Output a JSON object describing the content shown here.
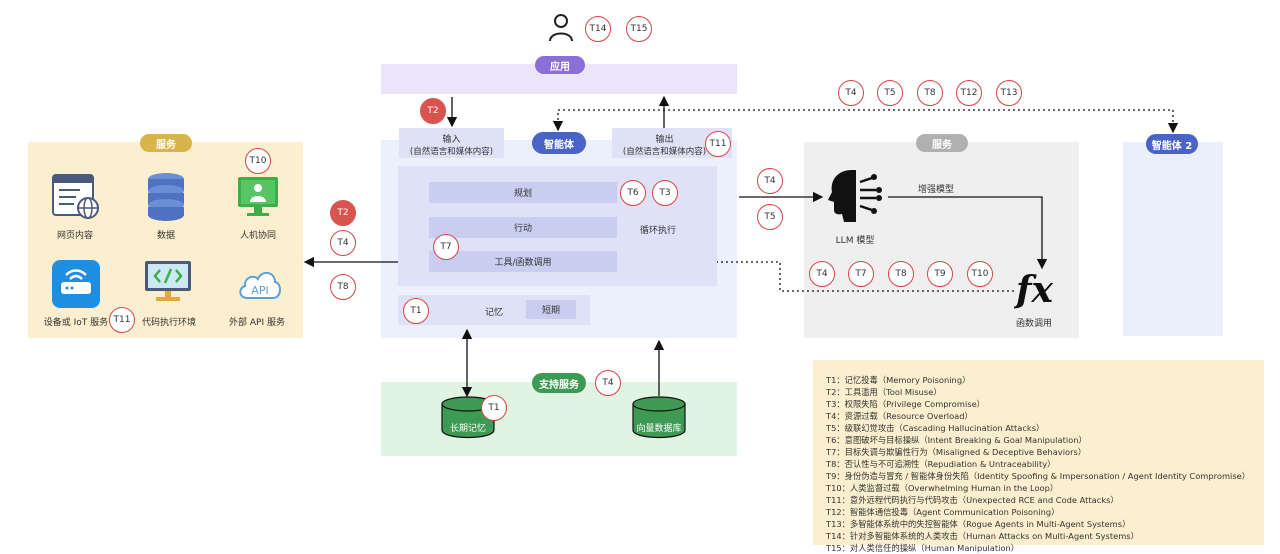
{
  "app": {
    "label": "应用"
  },
  "agent": {
    "label": "智能体"
  },
  "agent2": {
    "label": "智能体 2"
  },
  "support": {
    "label": "支持服务"
  },
  "input": {
    "title": "输入",
    "sub": "(自然语言和媒体内容)"
  },
  "output": {
    "title": "输出",
    "sub": "(自然语言和媒体内容)"
  },
  "core": {
    "plan": "规划",
    "act": "行动",
    "tools": "工具/函数调用",
    "loop": "循环执行",
    "memory": "记忆",
    "short": "短期"
  },
  "services_left": {
    "pill": "服务",
    "items": [
      "网页内容",
      "数据",
      "人机协同",
      "设备或 IoT 服务",
      "代码执行环境",
      "外部 API 服务"
    ],
    "api_icon_text": "API"
  },
  "services_right": {
    "pill": "服务",
    "llm": "LLM 模型",
    "enhance": "增强模型",
    "fx": "fx",
    "fcall": "函数调用"
  },
  "storage": {
    "long": "长期记忆",
    "vector": "向量数据库"
  },
  "badges": {
    "T1": "T1",
    "T2": "T2",
    "T3": "T3",
    "T4": "T4",
    "T5": "T5",
    "T6": "T6",
    "T7": "T7",
    "T8": "T8",
    "T9": "T9",
    "T10": "T10",
    "T11": "T11",
    "T12": "T12",
    "T13": "T13",
    "T14": "T14",
    "T15": "T15"
  },
  "legend": [
    "T1：记忆投毒（Memory Poisoning）",
    "T2：工具滥用（Tool Misuse）",
    "T3：权限失陷（Privilege Compromise）",
    "T4：资源过载（Resource Overload）",
    "T5：级联幻觉攻击（Cascading Hallucination Attacks）",
    "T6：意图破坏与目标操纵（Intent Breaking & Goal Manipulation）",
    "T7：目标失调与欺骗性行为（Misaligned & Deceptive Behaviors）",
    "T8：否认性与不可追溯性（Repudiation & Untraceability）",
    "T9：身份伪造与冒充 / 智能体身份失陷（Identity Spoofing & Impersonation / Agent Identity Compromise）",
    "T10：人类监督过载（Overwhelming Human in the Loop）",
    "T11：意外远程代码执行与代码攻击（Unexpected RCE and Code Attacks）",
    "T12：智能体通信投毒（Agent Communication Poisoning）",
    "T13：多智能体系统中的失控智能体（Rogue Agents in Multi-Agent Systems）",
    "T14：针对多智能体系统的人类攻击（Human Attacks on Multi-Agent Systems）",
    "T15：对人类信任的操纵（Human Manipulation）"
  ],
  "colors": {
    "app_band": "#ece4fb",
    "app_pill": "#8a6fd6",
    "agent_area": "#eceffc",
    "agent_pill": "#4a63c9",
    "services_left_bg": "#fcefd0",
    "services_left_pill": "#d9b44a",
    "services_right_bg": "#efefef",
    "services_right_pill": "#b0b0b0",
    "support_bg": "#e1f4e4",
    "support_pill": "#3d9a52",
    "legend_bg": "#fbefcf",
    "threat": "#d64545"
  }
}
